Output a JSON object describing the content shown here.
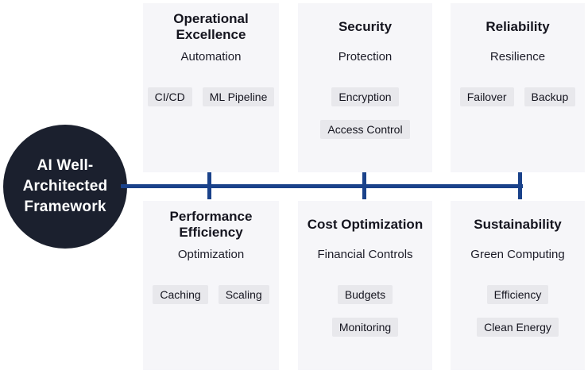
{
  "colors": {
    "card": "#f6f6f9",
    "chip": "#e8e8ec",
    "ink": "#15151f",
    "spine": "#1a428a",
    "hub": "#1b202e",
    "hub-ink": "#ffffff"
  },
  "hub": {
    "label_lines": [
      "AI Well-",
      "Architected",
      "Framework"
    ]
  },
  "pillars": [
    {
      "title": "Operational Excellence",
      "subtitle": "Automation",
      "tags": [
        "CI/CD",
        "ML Pipeline"
      ]
    },
    {
      "title": "Security",
      "subtitle": "Protection",
      "tags": [
        "Encryption",
        "Access Control"
      ]
    },
    {
      "title": "Reliability",
      "subtitle": "Resilience",
      "tags": [
        "Failover",
        "Backup"
      ]
    },
    {
      "title": "Performance Efficiency",
      "subtitle": "Optimization",
      "tags": [
        "Caching",
        "Scaling"
      ]
    },
    {
      "title": "Cost Optimization",
      "subtitle": "Financial Controls",
      "tags": [
        "Budgets",
        "Monitoring"
      ]
    },
    {
      "title": "Sustainability",
      "subtitle": "Green Computing",
      "tags": [
        "Efficiency",
        "Clean Energy"
      ]
    }
  ]
}
